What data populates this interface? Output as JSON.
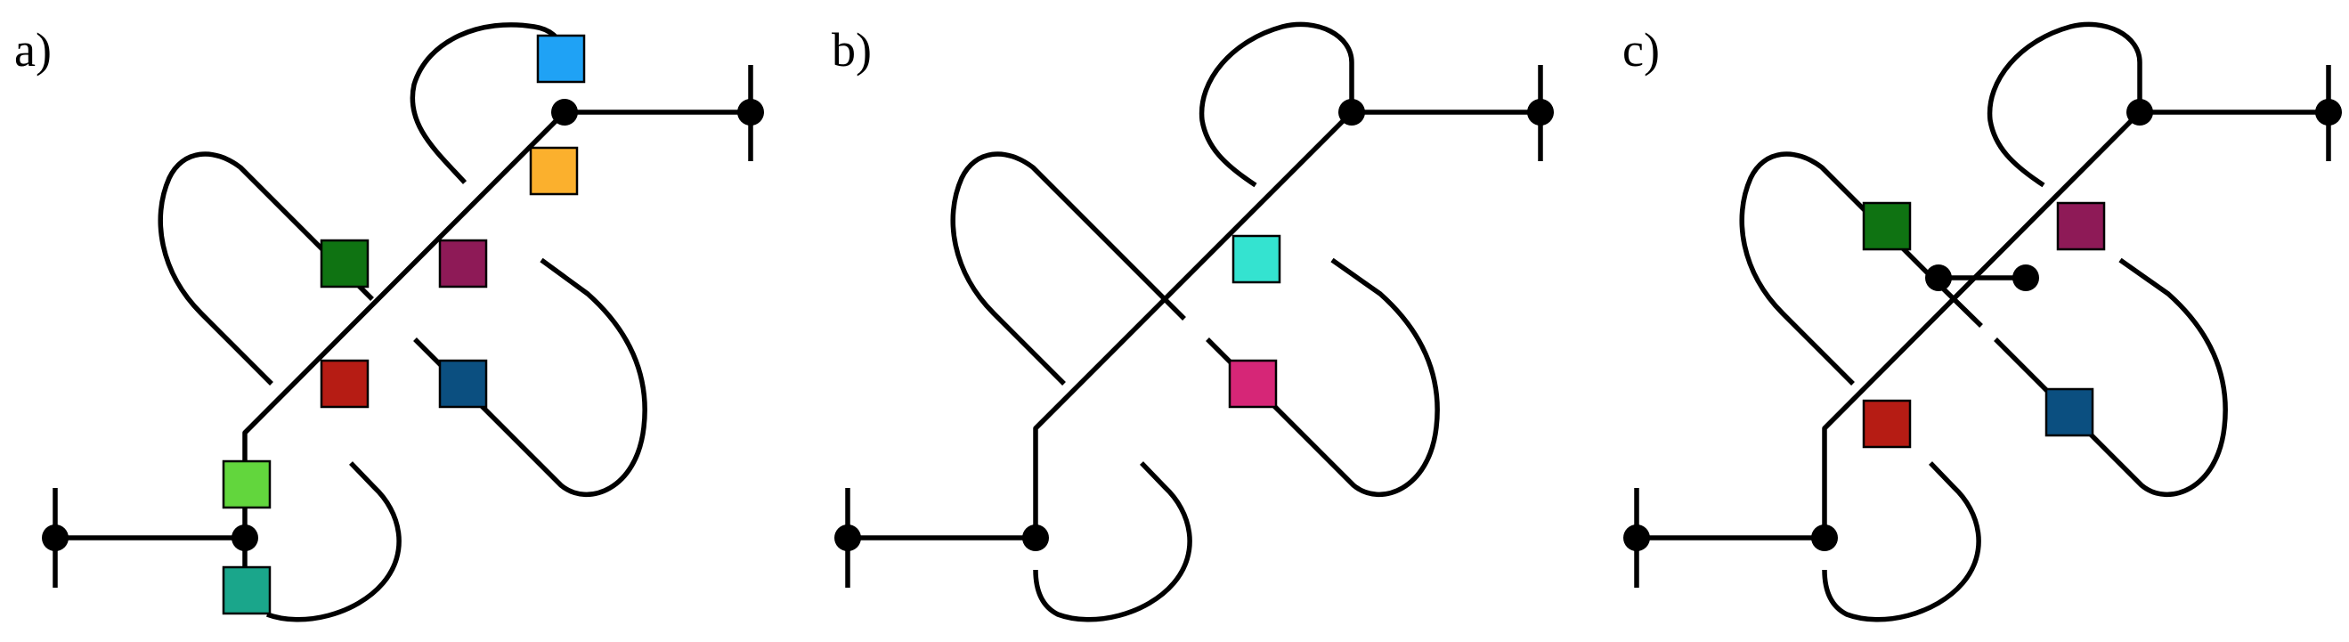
{
  "panels": [
    {
      "label": "a)",
      "tensor_colors": [
        "#1fa2f5",
        "#fbb02d",
        "#8e1a57",
        "#0f7312",
        "#b61c14",
        "#0b4f80",
        "#62d63d",
        "#1aa68b"
      ]
    },
    {
      "label": "b)",
      "tensor_colors": [
        "#34e3d0",
        "#d62677"
      ]
    },
    {
      "label": "c)",
      "tensor_colors": [
        "#0f7312",
        "#8e1a57",
        "#b61c14",
        "#0b4f80"
      ]
    }
  ]
}
